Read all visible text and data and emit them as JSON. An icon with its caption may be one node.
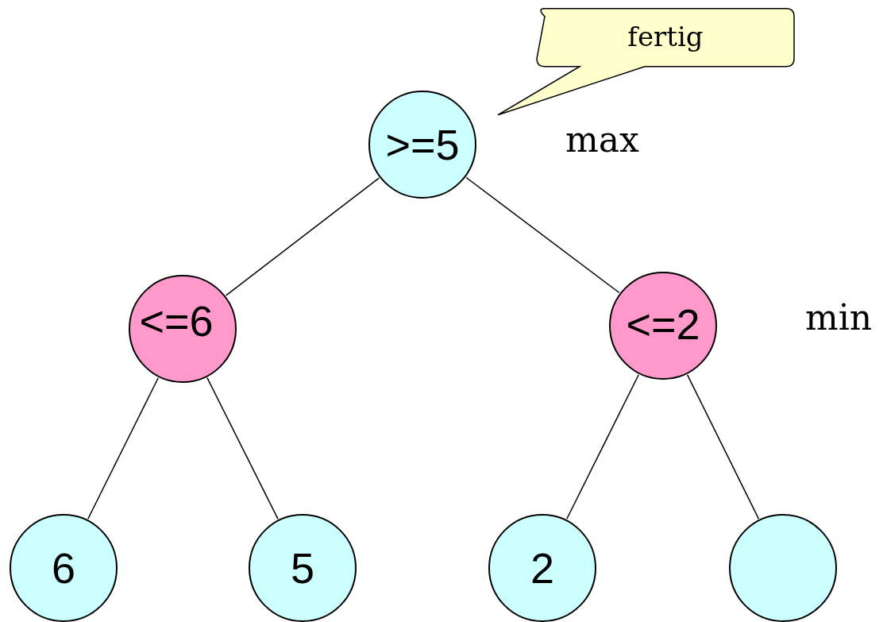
{
  "diagram": {
    "nodes": [
      {
        "text": [
          "fertig"
        ]
      },
      {
        "text": [
          ">=5"
        ]
      },
      {
        "text": [
          "<=6"
        ]
      },
      {
        "text": [
          "<=2"
        ]
      },
      {
        "text": [
          "6"
        ]
      },
      {
        "text": [
          "5"
        ]
      },
      {
        "text": [
          "2"
        ]
      },
      {
        "text": [],
        "shape": "circle"
      }
    ],
    "edges": [
      {
        "from": 1,
        "to": 2,
        "arrow": "none"
      },
      {
        "from": 1,
        "to": 3,
        "arrow": "none"
      },
      {
        "from": 2,
        "to": 4,
        "arrow": "none"
      },
      {
        "from": 2,
        "to": 5,
        "arrow": "none"
      },
      {
        "from": 3,
        "to": 6,
        "arrow": "none"
      },
      {
        "from": 3,
        "to": 7,
        "arrow": "none"
      }
    ],
    "labels": [
      "max",
      "min"
    ]
  }
}
